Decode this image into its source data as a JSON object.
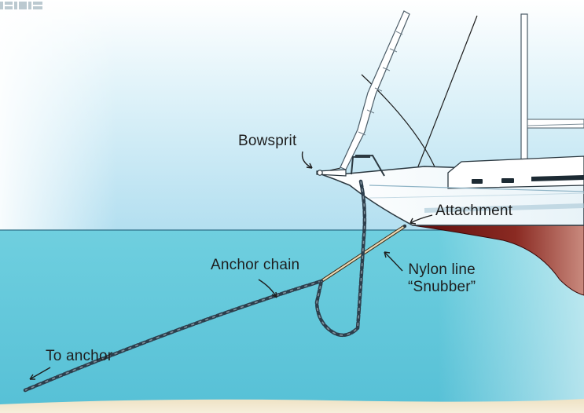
{
  "labels": {
    "bowsprit": "Bowsprit",
    "attachment": "Attachment",
    "nylon_line": "Nylon line",
    "snubber": "“Snubber”",
    "anchor_chain": "Anchor chain",
    "to_anchor": "To anchor"
  },
  "colors": {
    "sky": "#b9e3f1",
    "water": "#5fc6d8",
    "hull": "#ffffff",
    "hull_bottom": "#7a1414",
    "chain": "#2d3f4d",
    "snubber_line": "#e6d6b3",
    "sand": "#efe4c9"
  }
}
